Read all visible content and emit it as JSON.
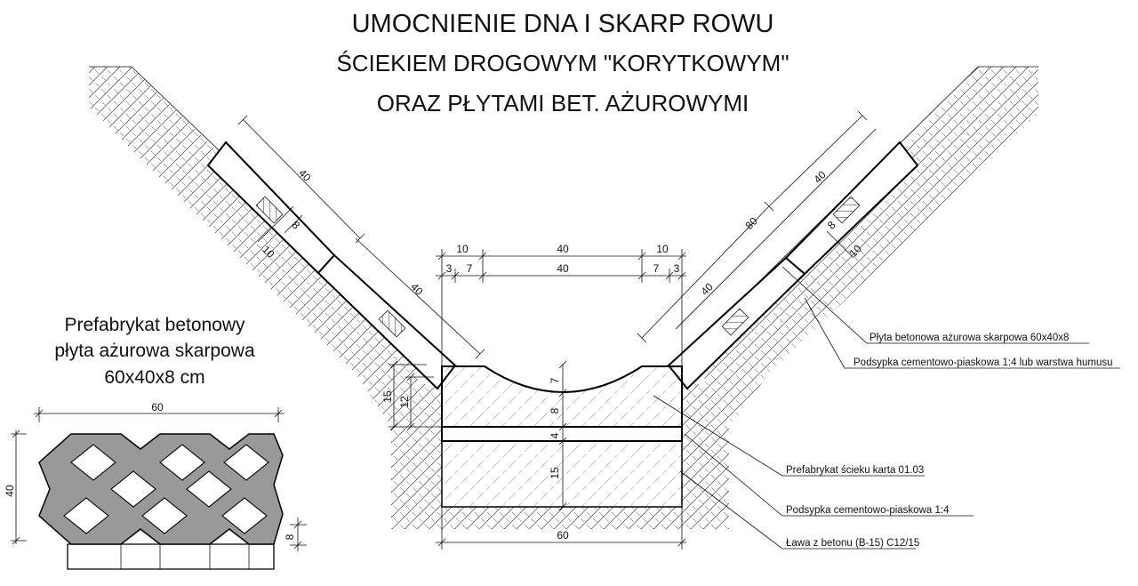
{
  "title": {
    "line1": "UMOCNIENIE DNA I SKARP ROWU",
    "line2": "ŚCIEKIEM DROGOWYM \"KORYTKOWYM\"",
    "line3": "ORAZ PŁYTAMI BET. AŻUROWYMI"
  },
  "panel": {
    "line1": "Prefabrykat betonowy",
    "line2": "płyta ażurowa skarpowa",
    "line3": "60x40x8 cm",
    "dim_width": "60",
    "dim_height": "40",
    "dim_thickness": "8"
  },
  "dims": {
    "top_left_10": "10",
    "top_mid_40": "40",
    "top_right_10": "10",
    "sub_left_3": "3",
    "sub_left_7": "7",
    "sub_mid_40": "40",
    "sub_right_7": "7",
    "sub_right_3": "3",
    "left_slope_40a": "40",
    "left_slope_8": "8",
    "left_slope_10": "10",
    "left_slope_40b": "40",
    "right_slope_40a": "40",
    "right_slope_80": "80",
    "right_slope_8": "8",
    "right_slope_10": "10",
    "right_slope_40b": "40",
    "left_15": "15",
    "left_12": "12",
    "vert_7": "7",
    "vert_8": "8",
    "vert_4": "4",
    "vert_15": "15",
    "bottom_60": "60"
  },
  "callouts": {
    "plyta": "Płyta betonowa ażurowa skarpowa 60x40x8",
    "podsypka_humus": "Podsypka cementowo-piaskowa 1:4 lub warstwa humusu",
    "prefabrykat": "Prefabrykat ścieku karta 01.03",
    "podsypka": "Podsypka cementowo-piaskowa 1:4",
    "lawa": "Ława z betonu (B-15) C12/15"
  }
}
